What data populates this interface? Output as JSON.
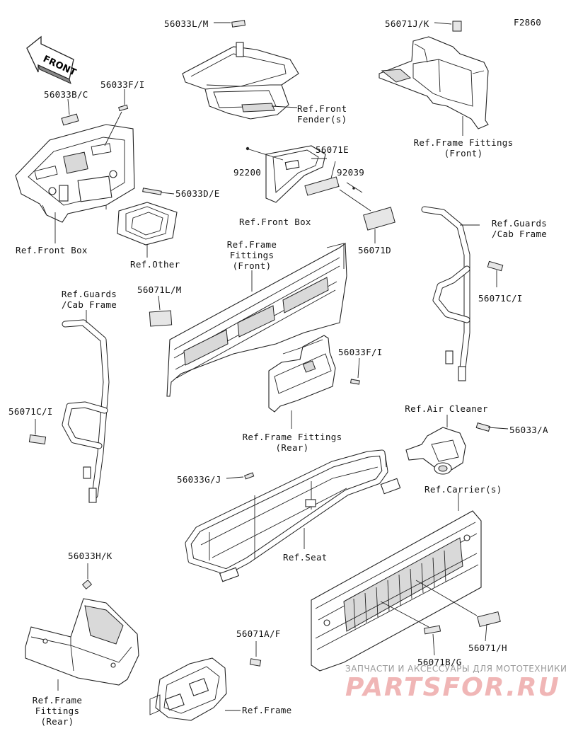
{
  "figure_code": "F2860",
  "front_arrow": "FRONT",
  "labels": {
    "l_56033LM": "56033L/M",
    "l_56071JK": "56071J/K",
    "l_56033FI_top": "56033F/I",
    "l_56033BC": "56033B/C",
    "l_ref_front_fender": "Ref.Front\nFender(s)",
    "l_ref_frame_fittings_front_r": "Ref.Frame Fittings\n(Front)",
    "l_56071E": "56071E",
    "l_92200": "92200",
    "l_92039": "92039",
    "l_56033DE": "56033D/E",
    "l_ref_front_box_l": "Ref.Front Box",
    "l_ref_front_box_c": "Ref.Front Box",
    "l_ref_other": "Ref.Other",
    "l_56071D": "56071D",
    "l_ref_frame_fittings_front_c": "Ref.Frame\nFittings\n(Front)",
    "l_ref_guards_r": "Ref.Guards\n/Cab Frame",
    "l_ref_guards_l": "Ref.Guards\n/Cab Frame",
    "l_56071LM": "56071L/M",
    "l_56071CI_r": "56071C/I",
    "l_56071CI_l": "56071C/I",
    "l_56033FI_mid": "56033F/I",
    "l_ref_frame_fittings_rear_c": "Ref.Frame Fittings\n(Rear)",
    "l_ref_air_cleaner": "Ref.Air Cleaner",
    "l_56033A": "56033/A",
    "l_56033GJ": "56033G/J",
    "l_ref_carriers": "Ref.Carrier(s)",
    "l_ref_seat": "Ref.Seat",
    "l_56033HK": "56033H/K",
    "l_56071AF": "56071A/F",
    "l_56071BG": "56071B/G",
    "l_56071H": "56071/H",
    "l_ref_frame_fittings_rear_l": "Ref.Frame\nFittings\n(Rear)",
    "l_ref_frame": "Ref.Frame"
  },
  "watermark": {
    "tagline": "ЗАПЧАСТИ И АКСЕССУАРЫ ДЛЯ МОТОТЕХНИКИ",
    "logo": "PARTSFOR.RU"
  }
}
